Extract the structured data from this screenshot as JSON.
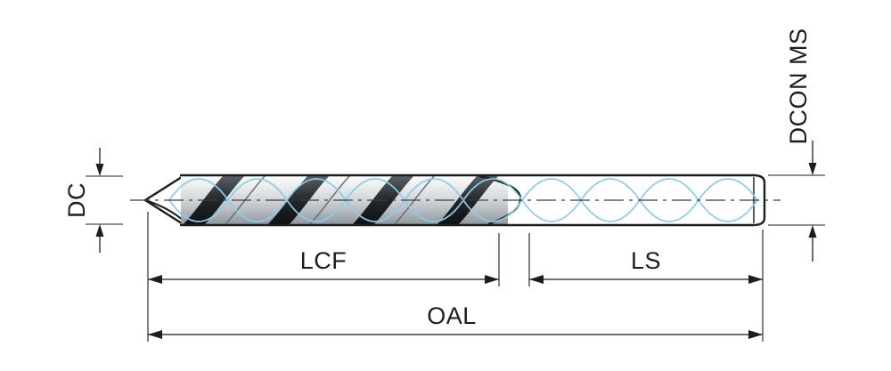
{
  "drawing": {
    "labels": {
      "dc": "DC",
      "dcon_ms": "DCON MS",
      "lcf": "LCF",
      "ls": "LS",
      "oal": "OAL"
    }
  },
  "colors": {
    "line": "#1d1d1b",
    "helix": "#8fcbe9",
    "centerline": "#3f3f3f",
    "background": "#ffffff"
  }
}
